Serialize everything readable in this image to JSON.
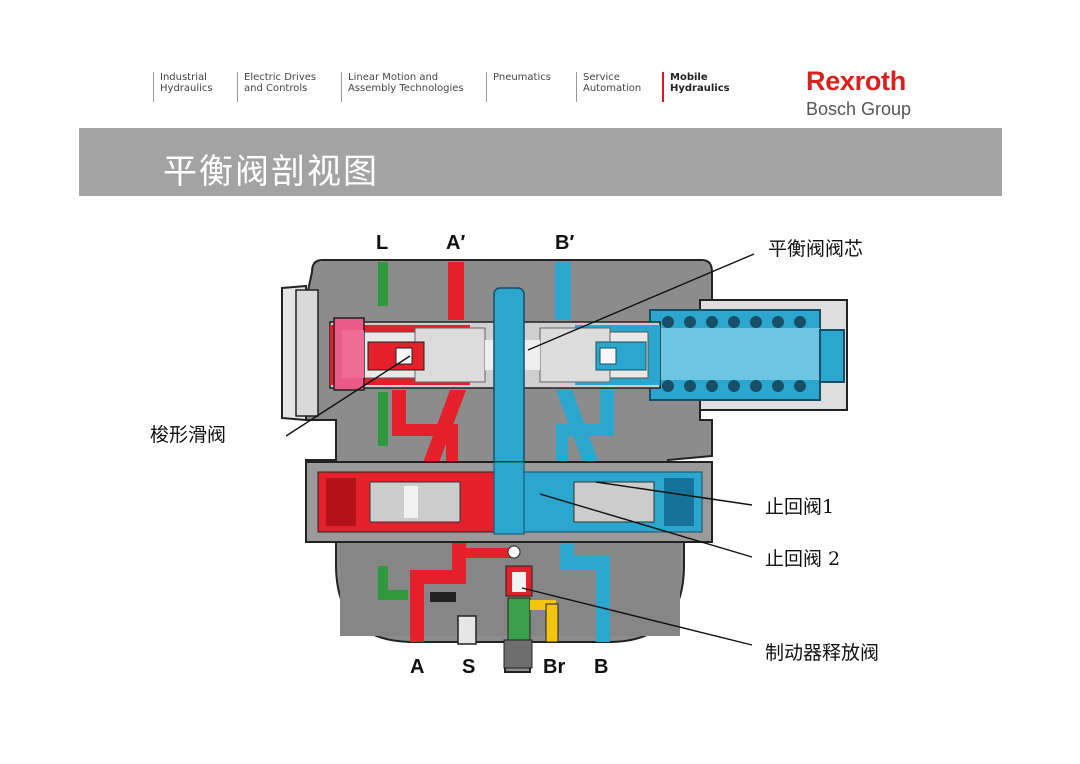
{
  "header": {
    "nav": [
      {
        "line1": "Industrial",
        "line2": "Hydraulics",
        "active": false
      },
      {
        "line1": "Electric Drives",
        "line2": "and Controls",
        "active": false
      },
      {
        "line1": "Linear Motion and",
        "line2": "Assembly Technologies",
        "active": false
      },
      {
        "line1": "",
        "line2": "Pneumatics",
        "active": false
      },
      {
        "line1": "Service",
        "line2": "Automation",
        "active": false
      },
      {
        "line1": "Mobile",
        "line2": "Hydraulics",
        "active": true
      }
    ],
    "logo_main": "Rexroth",
    "logo_sub": "Bosch Group"
  },
  "slide": {
    "title": "平衡阀剖视图"
  },
  "diagram": {
    "ports_top": [
      "L",
      "A′",
      "B′"
    ],
    "ports_bottom": [
      "A",
      "S",
      "Br",
      "B"
    ],
    "callouts": {
      "balance_spool": "平衡阀阀芯",
      "shuttle_valve": "梭形滑阀",
      "check_valve_1": "止回阀1",
      "check_valve_2": "止回阀 2",
      "brake_release_valve": "制动器释放阀"
    },
    "colors": {
      "body": "#8c8c8c",
      "pressure_a": "#e4212a",
      "pressure_b": "#2aa6cf",
      "drain": "#2f9a3c",
      "brake": "#f2c40f",
      "metal": "#cfcfcf",
      "brand": "#d8221e"
    }
  }
}
